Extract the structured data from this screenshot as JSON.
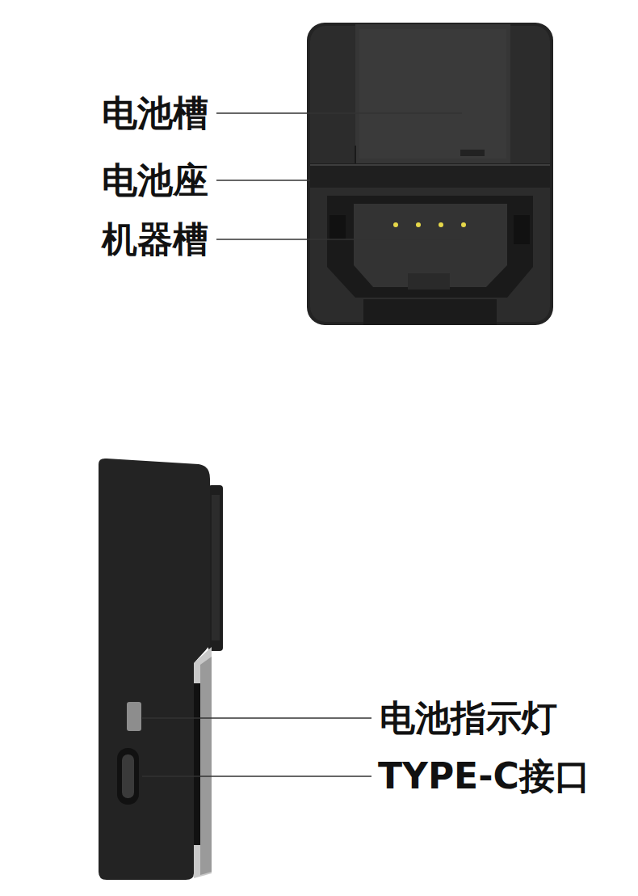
{
  "diagram": {
    "labels": [
      "电池槽",
      "电池座",
      "机器槽",
      "电池指示灯",
      "TYPE-C接口"
    ]
  }
}
